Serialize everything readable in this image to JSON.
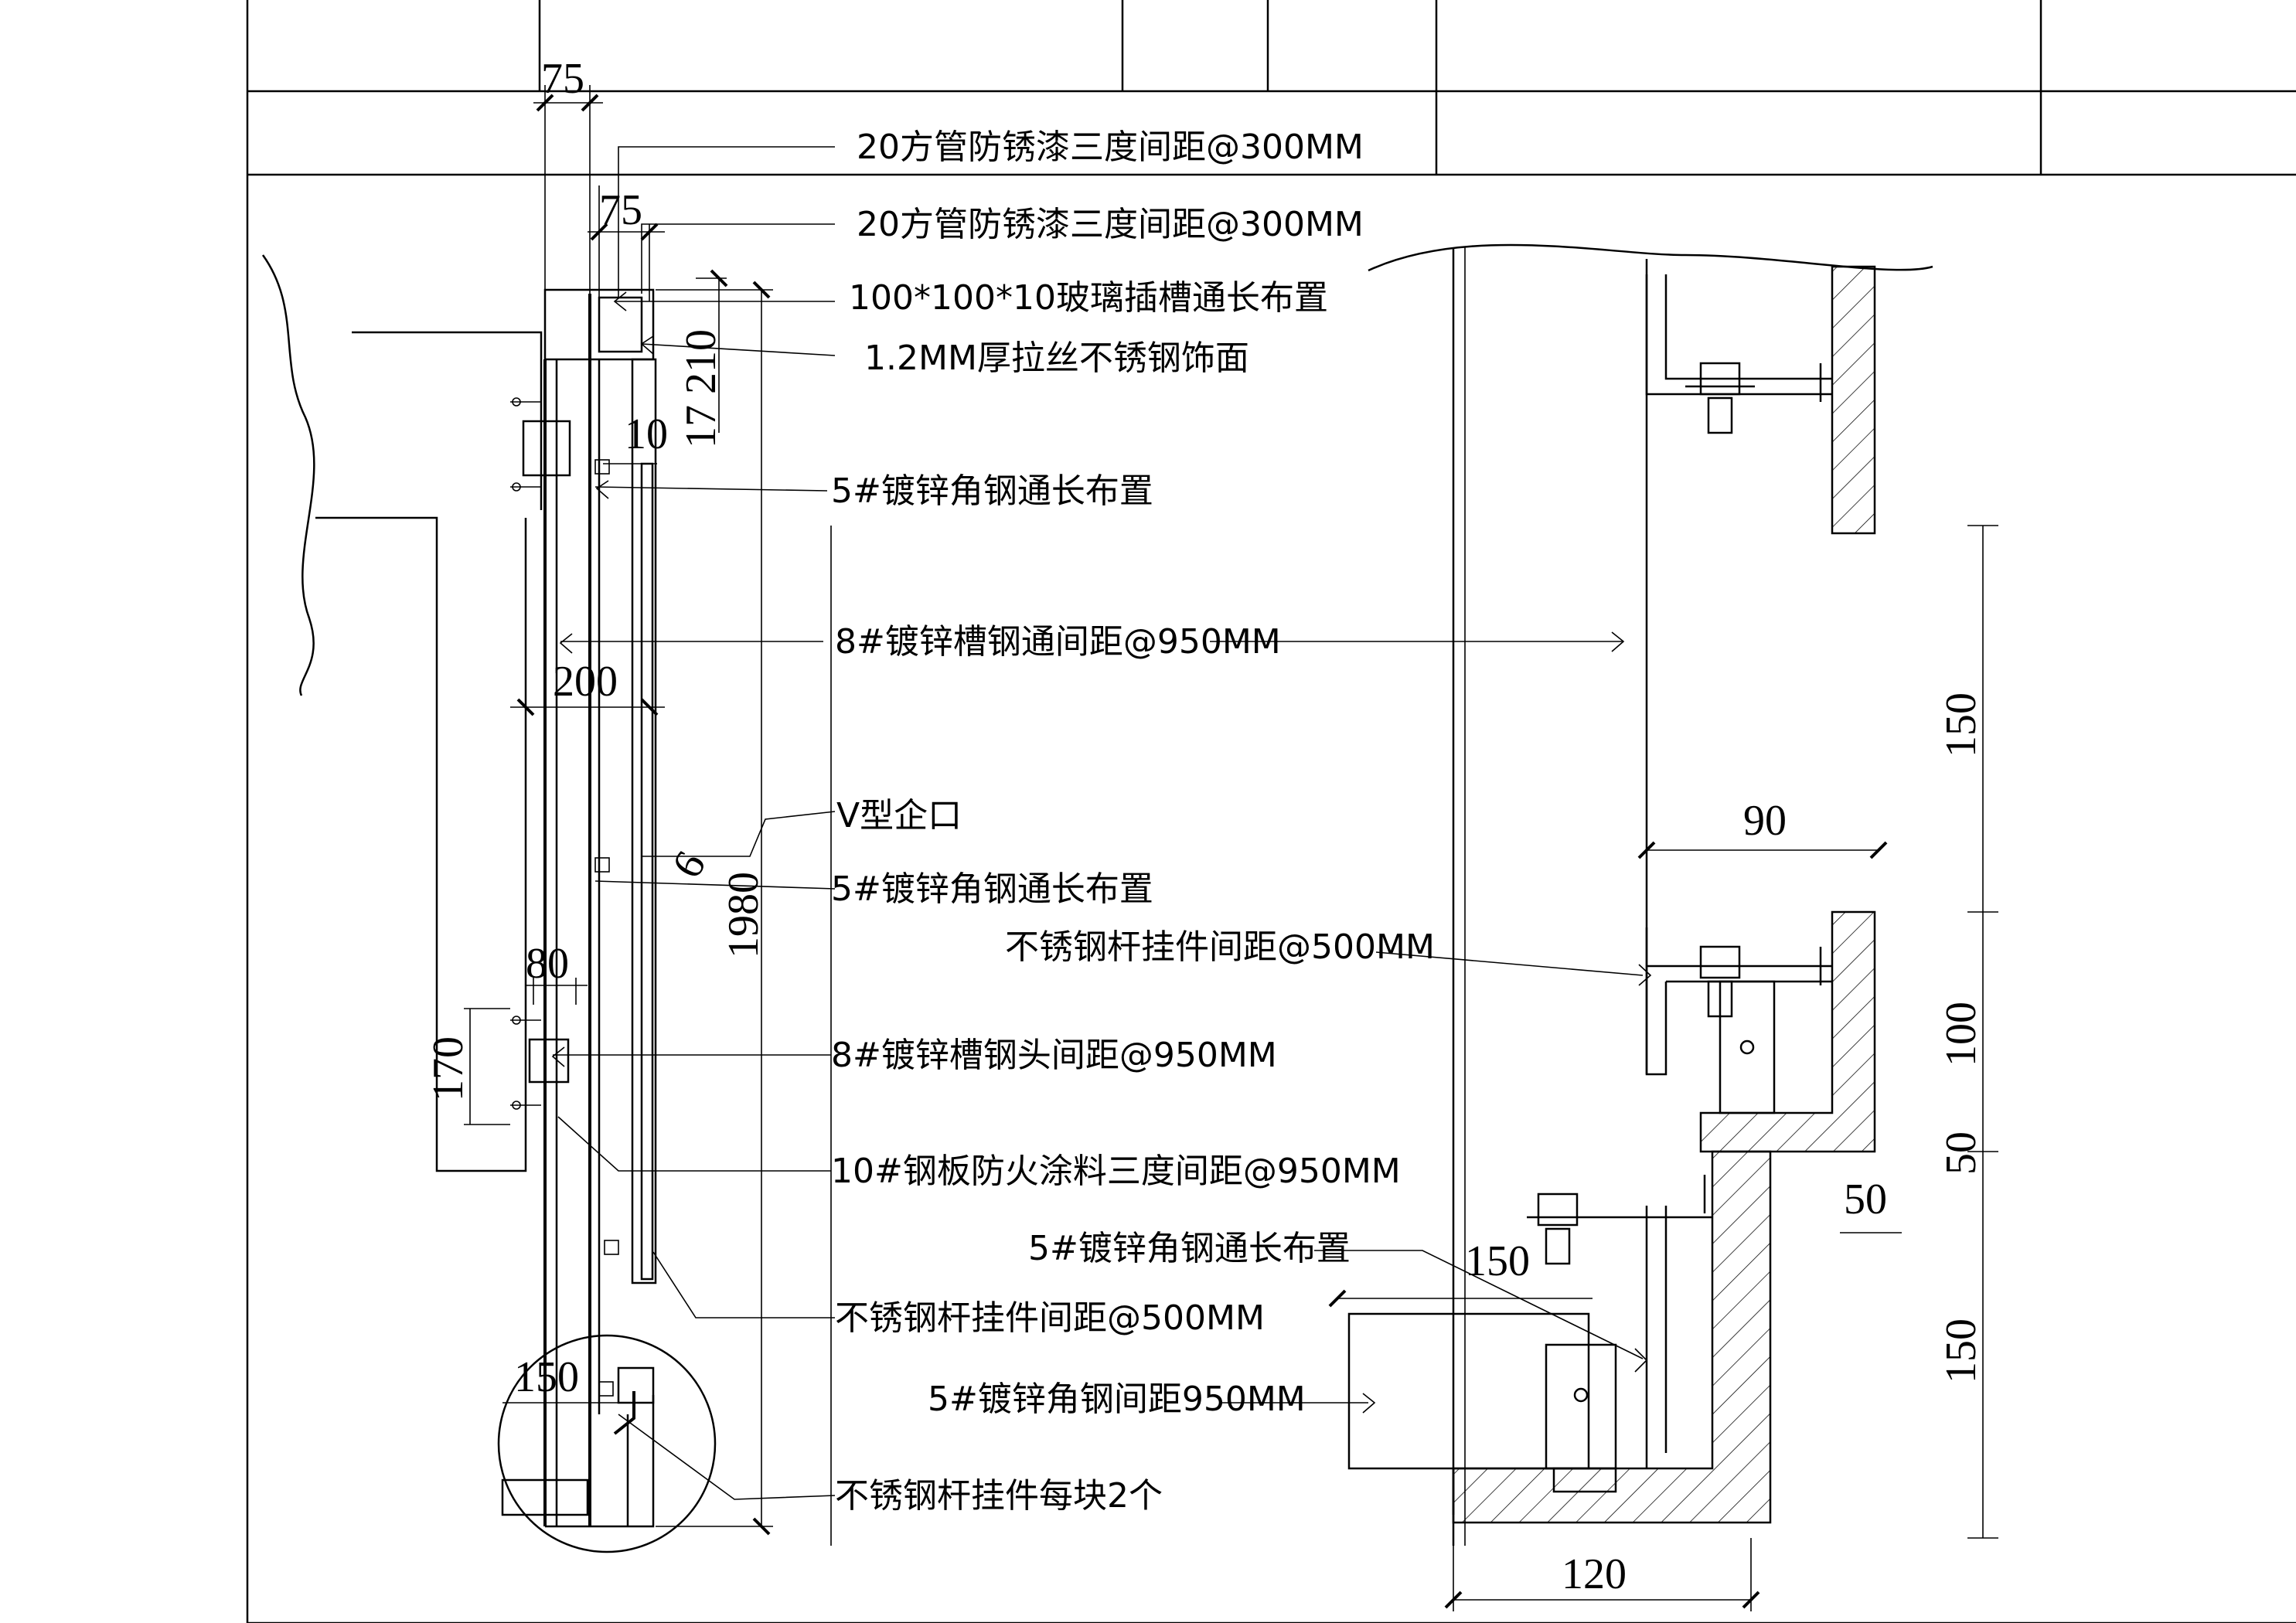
{
  "labels": {
    "l1": "20方管防锈漆三度间距@300MM",
    "l2": "20方管防锈漆三度间距@300MM",
    "l3": "100*100*10玻璃插槽通长布置",
    "l4": "1.2MM厚拉丝不锈钢饰面",
    "l5": "5#镀锌角钢通长布置",
    "l6": "8#镀锌槽钢通间距@950MM",
    "l7": "V型企口",
    "l8": "5#镀锌角钢通长布置",
    "l9": "不锈钢杆挂件间距@500MM",
    "l10": "8#镀锌槽钢头间距@950MM",
    "l11": "10#钢板防火涂料三度间距@950MM",
    "l12": "5#镀锌角钢通长布置",
    "l13": "不锈钢杆挂件间距@500MM",
    "l14": "5#镀锌角钢间距950MM",
    "l15": "不锈钢杆挂件每块2个"
  },
  "dimensions": {
    "d75_top": "75",
    "d75_mid": "75",
    "d210": "210",
    "d17": "17",
    "d10": "10",
    "d200": "200",
    "d1980": "1980",
    "d6": "6",
    "d80": "80",
    "d170": "170",
    "d150_detail": "150",
    "d150_right_top": "150",
    "d90": "90",
    "d100": "100",
    "d50_v": "50",
    "d50_h": "50",
    "d150_mid": "150",
    "d150_right_bottom": "150",
    "d120": "120"
  }
}
